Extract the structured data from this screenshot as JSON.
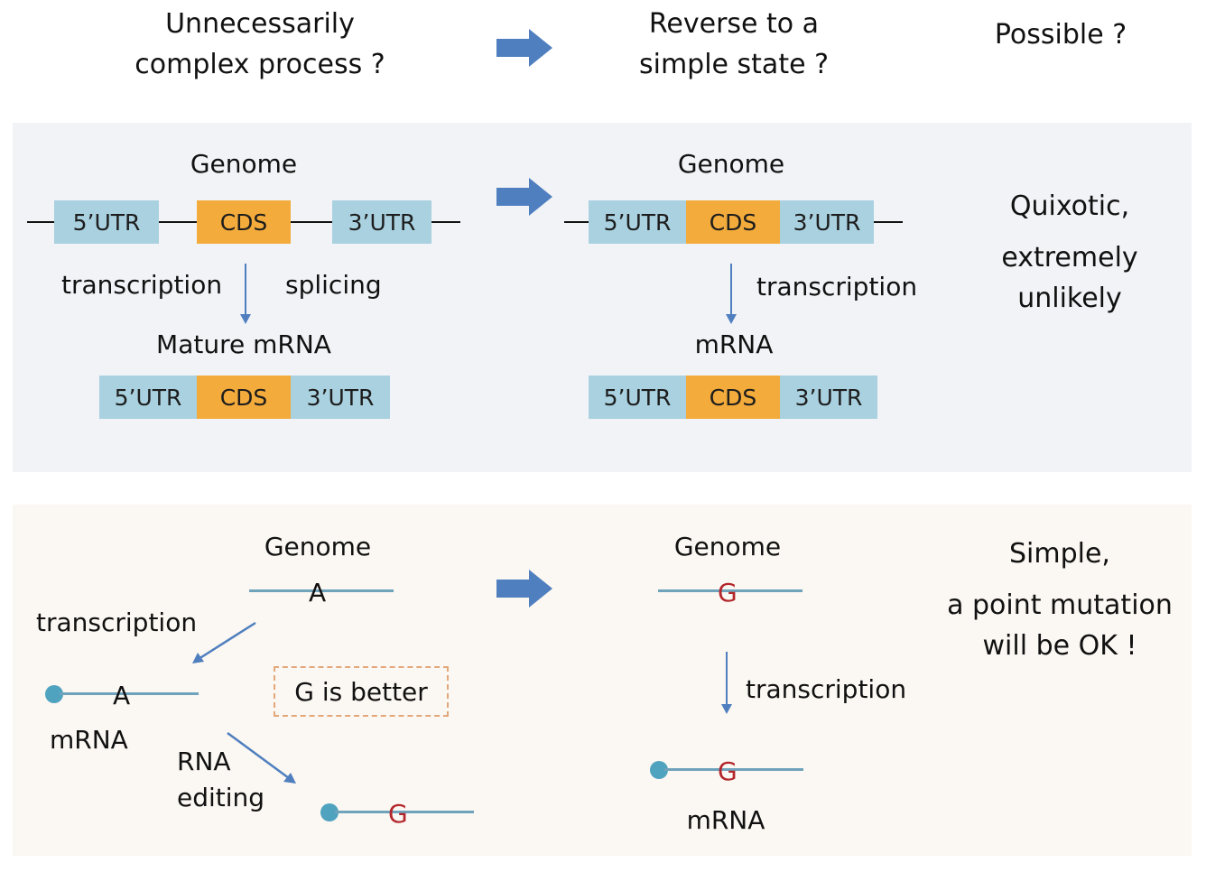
{
  "header": {
    "left_line1": "Unnecessarily",
    "left_line2": "complex process ?",
    "middle_line1": "Reverse to a",
    "middle_line2": "simple state ?",
    "right": "Possible ?"
  },
  "panel1": {
    "left": {
      "genome_label": "Genome",
      "genome_segments": [
        "5’UTR",
        "CDS",
        "3’UTR"
      ],
      "step_left": "transcription",
      "step_right": "splicing",
      "product_label": "Mature mRNA",
      "product_segments": [
        "5’UTR",
        "CDS",
        "3’UTR"
      ]
    },
    "right": {
      "genome_label": "Genome",
      "genome_segments": [
        "5’UTR",
        "CDS",
        "3’UTR"
      ],
      "step": "transcription",
      "product_label": "mRNA",
      "product_segments": [
        "5’UTR",
        "CDS",
        "3’UTR"
      ]
    },
    "verdict": [
      "Quixotic,",
      "extremely",
      "unlikely"
    ]
  },
  "panel2": {
    "left": {
      "genome_label": "Genome",
      "genome_base": "A",
      "step1": "transcription",
      "mrna_base": "A",
      "mrna_label": "mRNA",
      "step2_line1": "RNA",
      "step2_line2": "editing",
      "edited_base": "G",
      "note": "G is better"
    },
    "right": {
      "genome_label": "Genome",
      "genome_base": "G",
      "step": "transcription",
      "mrna_base": "G",
      "mrna_label": "mRNA"
    },
    "verdict": [
      "Simple,",
      "a point mutation",
      "will be OK !"
    ]
  },
  "colors": {
    "utr": "#a9d1e0",
    "cds": "#f3ab3b",
    "arrow": "#4f7fbf",
    "edited_base": "#b3262b",
    "panel1_bg": "#f2f3f7",
    "panel2_bg": "#fbf7f2"
  }
}
